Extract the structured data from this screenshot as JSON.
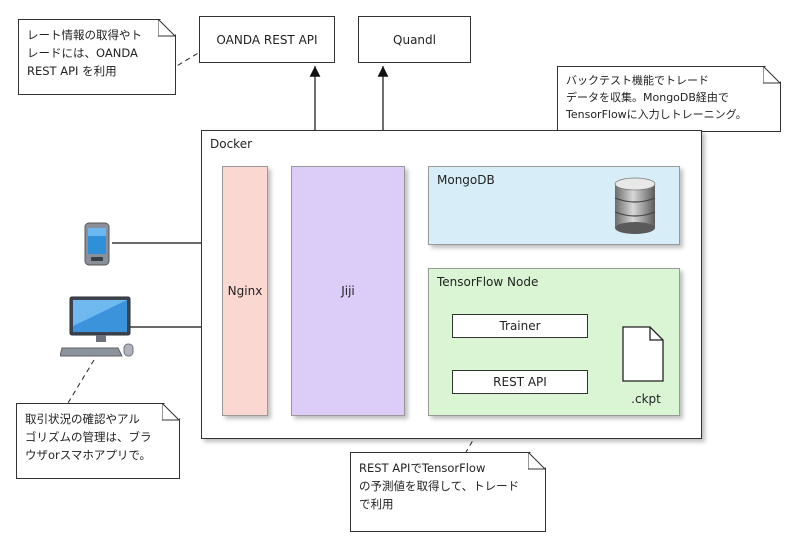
{
  "top_boxes": {
    "oanda": "OANDA REST API",
    "quandl": "Quandl"
  },
  "notes": {
    "oanda_note": [
      "レート情報の取得やト",
      "レードには、OANDA",
      "REST API を利用"
    ],
    "backtest_note": [
      "バックテスト機能でトレード",
      "データを収集。MongoDB経由で",
      "TensorFlowに入力しトレーニング。"
    ],
    "browser_note": [
      "取引状況の確認やアル",
      "ゴリズムの管理は、ブラ",
      "ウザorスマホアプリで。"
    ],
    "restapi_note": [
      "REST APIでTensorFlow",
      "の予測値を取得して、トレード",
      "で利用"
    ]
  },
  "docker": {
    "title": "Docker",
    "nginx": "Nginx",
    "jiji": "Jiji",
    "mongodb": "MongoDB",
    "tensorflow_node": "TensorFlow Node",
    "trainer": "Trainer",
    "rest_api": "REST API",
    "ckpt": ".ckpt"
  },
  "icons": [
    "smartphone-icon",
    "desktop-computer-icon",
    "database-icon",
    "document-icon"
  ],
  "colors": {
    "nginx_fill": "#fbd7d2",
    "jiji_fill": "#dccdf8",
    "mongodb_fill": "#d7eef8",
    "tensorflow_fill": "#d9f5d4"
  }
}
